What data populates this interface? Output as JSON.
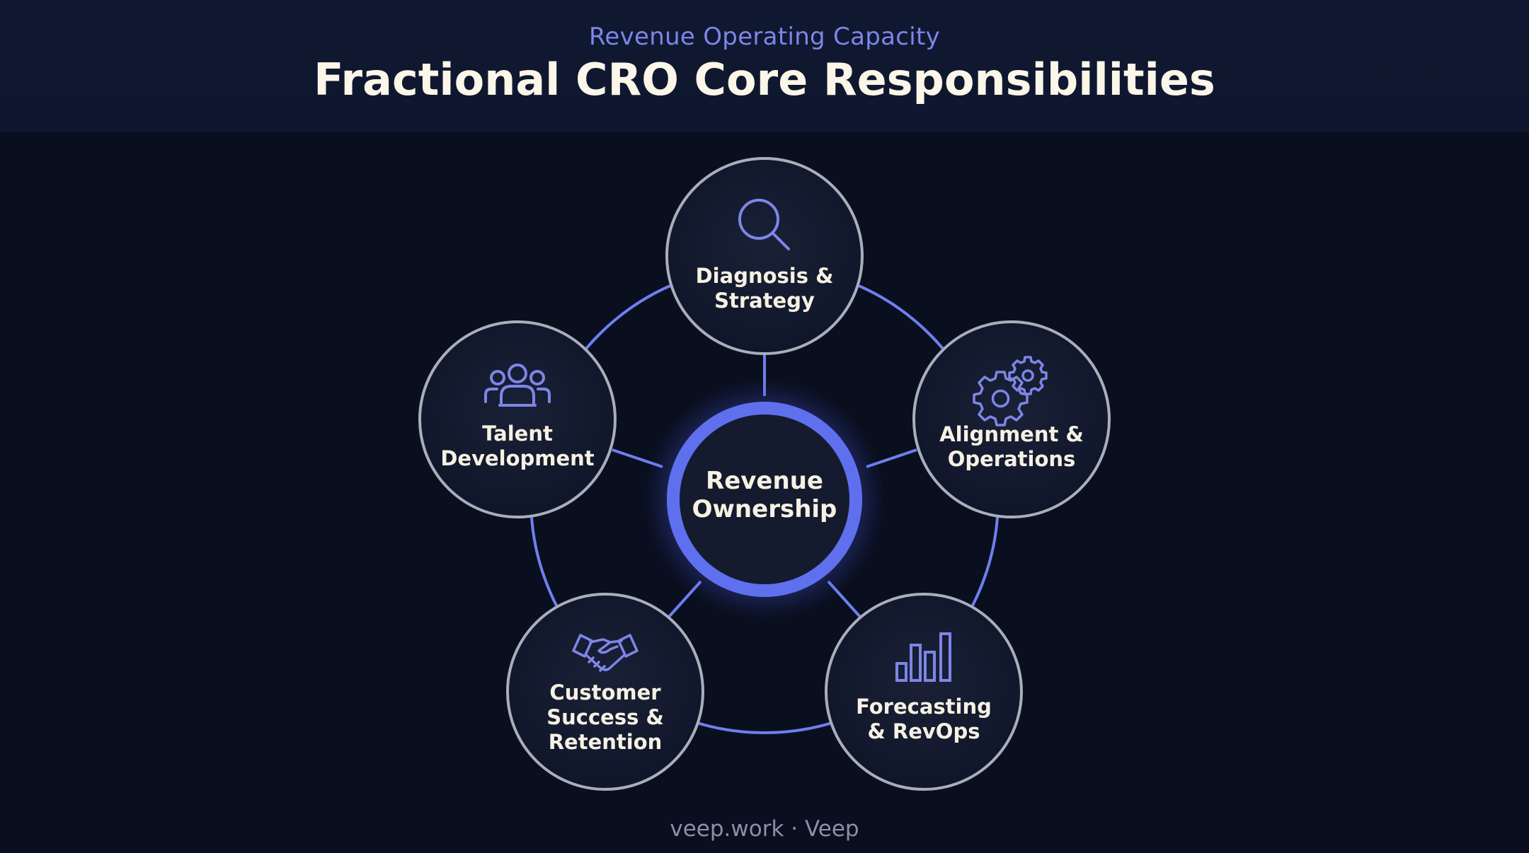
{
  "header": {
    "subtitle": "Revenue Operating Capacity",
    "title": "Fractional CRO Core Responsibilities"
  },
  "center": {
    "label": "Revenue\nOwnership"
  },
  "nodes": [
    {
      "label": "Diagnosis &\nStrategy",
      "icon": "magnifier-icon"
    },
    {
      "label": "Alignment &\nOperations",
      "icon": "gears-icon"
    },
    {
      "label": "Forecasting\n& RevOps",
      "icon": "bar-chart-icon"
    },
    {
      "label": "Customer\nSuccess &\nRetention",
      "icon": "handshake-icon"
    },
    {
      "label": "Talent\nDevelopment",
      "icon": "people-icon"
    }
  ],
  "footer": {
    "text": "veep.work · Veep"
  },
  "colors": {
    "background": "#0a0f1f",
    "header_background": "#101831",
    "accent": "#7d86e6",
    "ring": "#6f7ff0",
    "title": "#fbf6e8",
    "node_fill": "#141a2d",
    "node_border": "#a9aebb"
  }
}
